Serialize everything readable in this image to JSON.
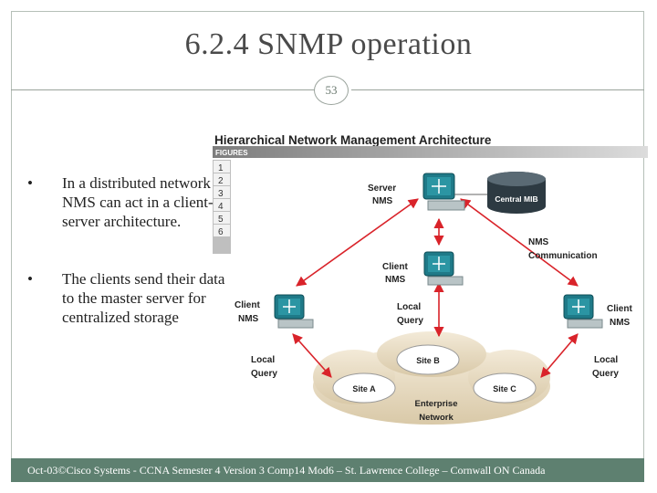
{
  "slide": {
    "title": "6.2.4  SNMP operation",
    "page_number": "53",
    "bullets": [
      "In a distributed network NMS can act in a client-server architecture.",
      "The clients send their data to the master server for centralized storage"
    ],
    "bullet_symbol": "•",
    "footer": "Oct-03©Cisco Systems - CCNA Semester 4 Version 3 Comp14 Mod6 – St. Lawrence College – Cornwall ON Canada"
  },
  "figure": {
    "title": "Hierarchical Network Management Architecture",
    "figures_label": "FIGURES",
    "figure_tabs": [
      "1",
      "2",
      "3",
      "4",
      "5",
      "6"
    ],
    "labels": {
      "server_nms": [
        "Server",
        "NMS"
      ],
      "central_mib": "Central MIB",
      "client_nms_center": [
        "Client",
        "NMS"
      ],
      "client_nms_left": [
        "Client",
        "NMS"
      ],
      "client_nms_right": [
        "Client",
        "NMS"
      ],
      "nms_communication": [
        "NMS",
        "Communication"
      ],
      "local_query_center": [
        "Local",
        "Query"
      ],
      "local_query_left": [
        "Local",
        "Query"
      ],
      "local_query_right": [
        "Local",
        "Query"
      ],
      "site_a": "Site A",
      "site_b": "Site B",
      "site_c": "Site C",
      "enterprise_network": [
        "Enterprise",
        "Network"
      ]
    }
  },
  "colors": {
    "footer_bg": "#5e8070",
    "arrow": "#d9232a",
    "device_teal": "#1f7a88",
    "figure_header": "#8f8f8f"
  }
}
